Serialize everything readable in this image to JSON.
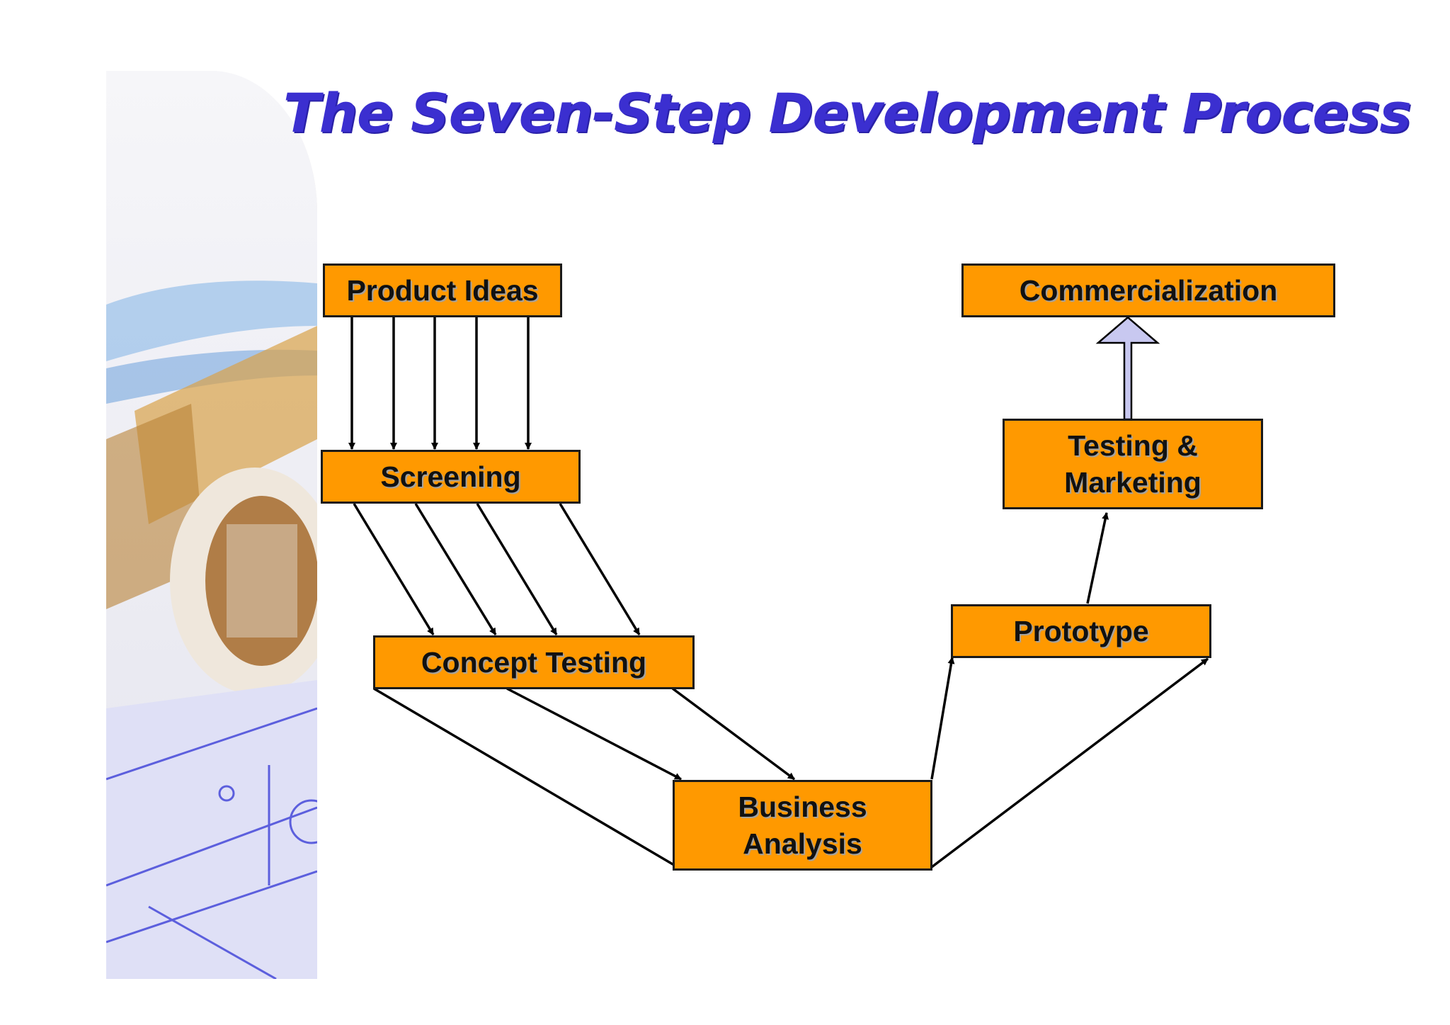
{
  "slide": {
    "title": "The Seven-Step Development Process"
  },
  "diagram": {
    "nodes": {
      "product_ideas": "Product Ideas",
      "screening": "Screening",
      "concept_testing": "Concept Testing",
      "business_analysis": {
        "line1": "Business",
        "line2": "Analysis"
      },
      "prototype": "Prototype",
      "testing_marketing": {
        "line1": "Testing &",
        "line2": "Marketing"
      },
      "commercialization": "Commercialization"
    },
    "colors": {
      "box_fill": "#ff9900",
      "box_border": "#1a1a1a",
      "title": "#3b2fd0",
      "block_arrow": "#c8c8f0"
    }
  }
}
